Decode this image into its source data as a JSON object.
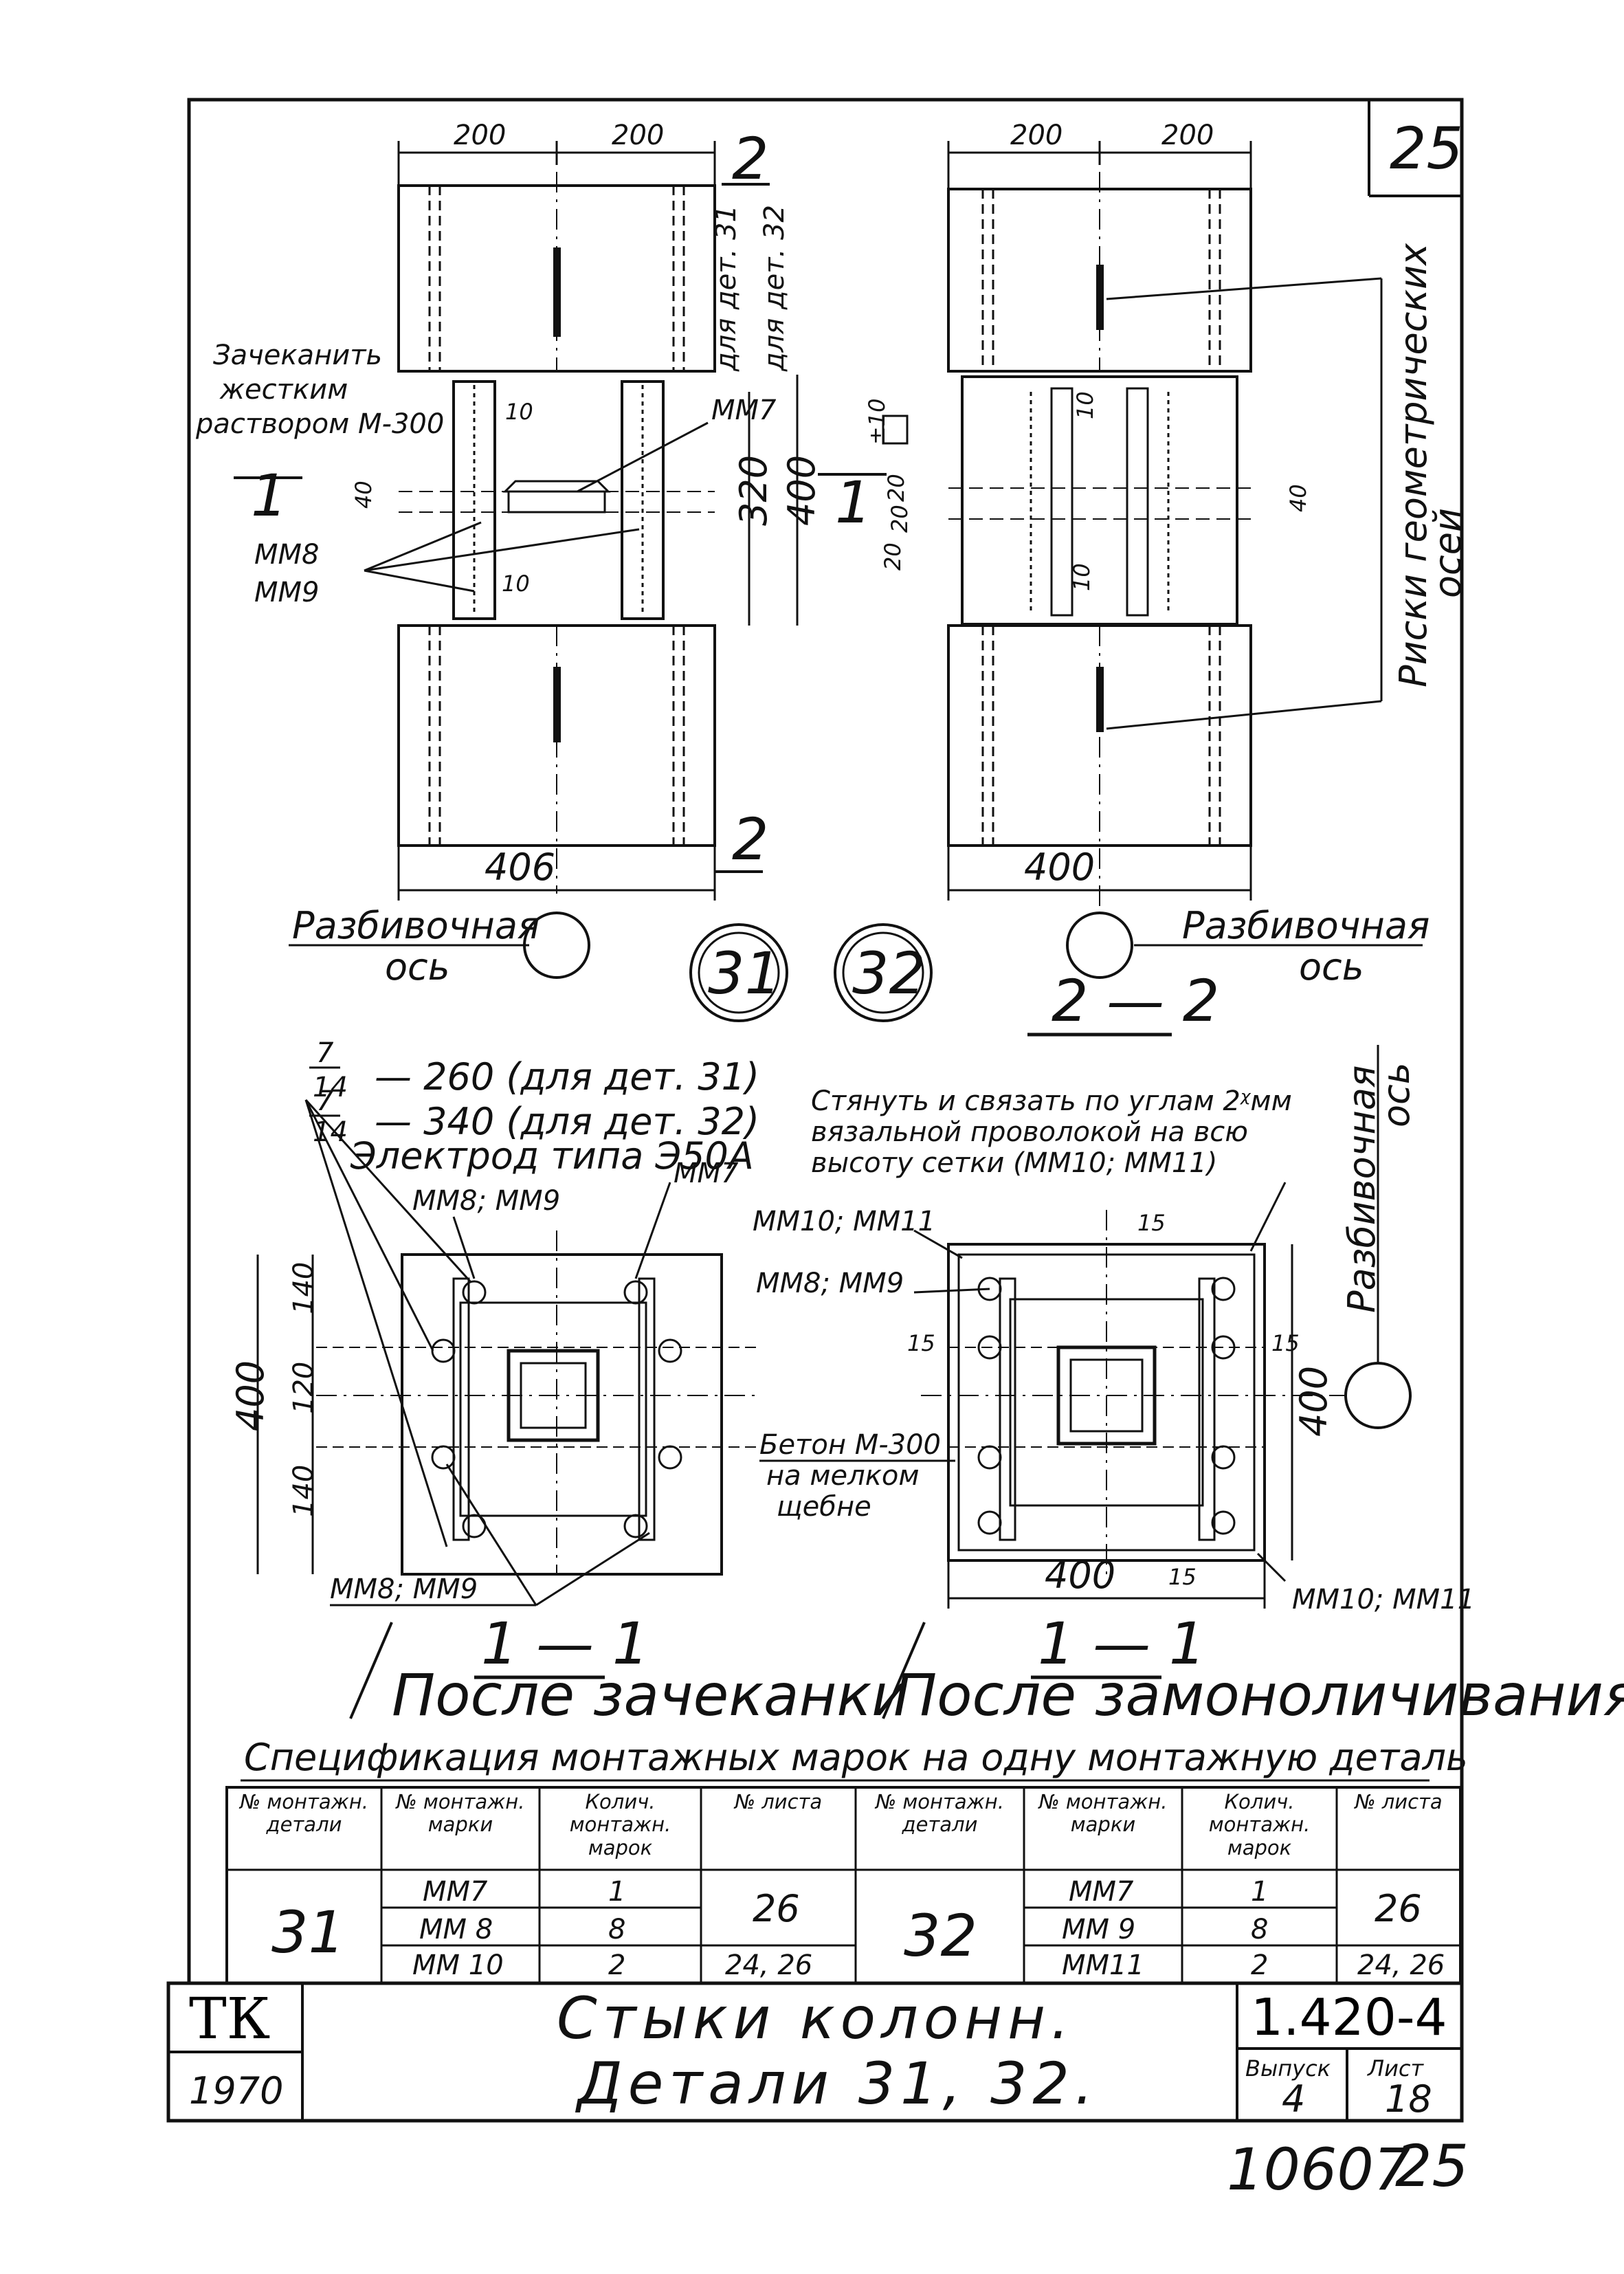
{
  "sheet_number_top": "25",
  "labels": {
    "dim_200": "200",
    "dim_400": "400",
    "dim_406": "406",
    "dim_320": "320",
    "dim_40": "40",
    "dim_10": "10",
    "dim_20": "20",
    "dim_20_pm": "±10",
    "dim_140": "140",
    "dim_120": "120",
    "dim_15": "15",
    "section_mark_1": "1",
    "section_mark_2": "2",
    "for_det31": "для дет. 31",
    "for_det32": "для дет. 32",
    "caulk_note_1": "Зачеканить",
    "caulk_note_2": "жестким",
    "caulk_note_3": "раствором М-300",
    "mark_mm7": "ММ7",
    "mark_mm8": "ММ8",
    "mark_mm9": "ММ9",
    "marks_mm8_mm9": "ММ8; ММ9",
    "marks_mm10_mm11": "ММ10; ММ11",
    "risks_note_1": "Риски геометрических",
    "risks_note_2": "осей",
    "layout_axis_1": "Разбивочная",
    "layout_axis_2": "ось",
    "detail_31": "31",
    "detail_32": "32",
    "section_2_2": "2 — 2",
    "section_1_1": "1 — 1",
    "weld_frac_top": "7",
    "weld_frac_bottom": "14",
    "weld_260": "— 260 (для дет. 31)",
    "weld_340": "— 340 (для дет. 32)",
    "electrode": "Электрод типа Э50А",
    "tie_note_1": "Стянуть и связать по углам 2ᵡмм",
    "tie_note_2": "вязальной проволокой на всю",
    "tie_note_3": "высоту сетки (ММ10; ММ11)",
    "concrete_1": "Бетон М-300",
    "concrete_2": "на мелком",
    "concrete_3": "щебне",
    "after_caulking": "После зачеканки",
    "after_monolith": "После замоноличивания"
  },
  "spec": {
    "title": "Спецификация монтажных марок на одну монтажную деталь",
    "headers": [
      "№ монтажн. детали",
      "№ монтажн. марки",
      "Колич. монтажн. марок",
      "№ листа",
      "№ монтажн. детали",
      "№ монтажн. марки",
      "Колич. монтажн. марок",
      "№ листа"
    ],
    "left": {
      "detail": "31",
      "rows": [
        {
          "mark": "ММ7",
          "qty": "1"
        },
        {
          "mark": "ММ 8",
          "qty": "8"
        },
        {
          "mark": "ММ 10",
          "qty": "2"
        }
      ],
      "sheet_a": "26",
      "sheet_b": "24, 26"
    },
    "right": {
      "detail": "32",
      "rows": [
        {
          "mark": "ММ7",
          "qty": "1"
        },
        {
          "mark": "ММ 9",
          "qty": "8"
        },
        {
          "mark": "ММ11",
          "qty": "2"
        }
      ],
      "sheet_a": "26",
      "sheet_b": "24, 26"
    }
  },
  "stamp": {
    "org": "ТК",
    "year": "1970",
    "title_1": "Стыки колонн.",
    "title_2": "Детали 31, 32.",
    "code": "1.420-4",
    "issue_label": "Выпуск",
    "issue": "4",
    "sheet_label": "Лист",
    "sheet": "18"
  },
  "footer": {
    "archive_no": "10607",
    "page": "25"
  }
}
